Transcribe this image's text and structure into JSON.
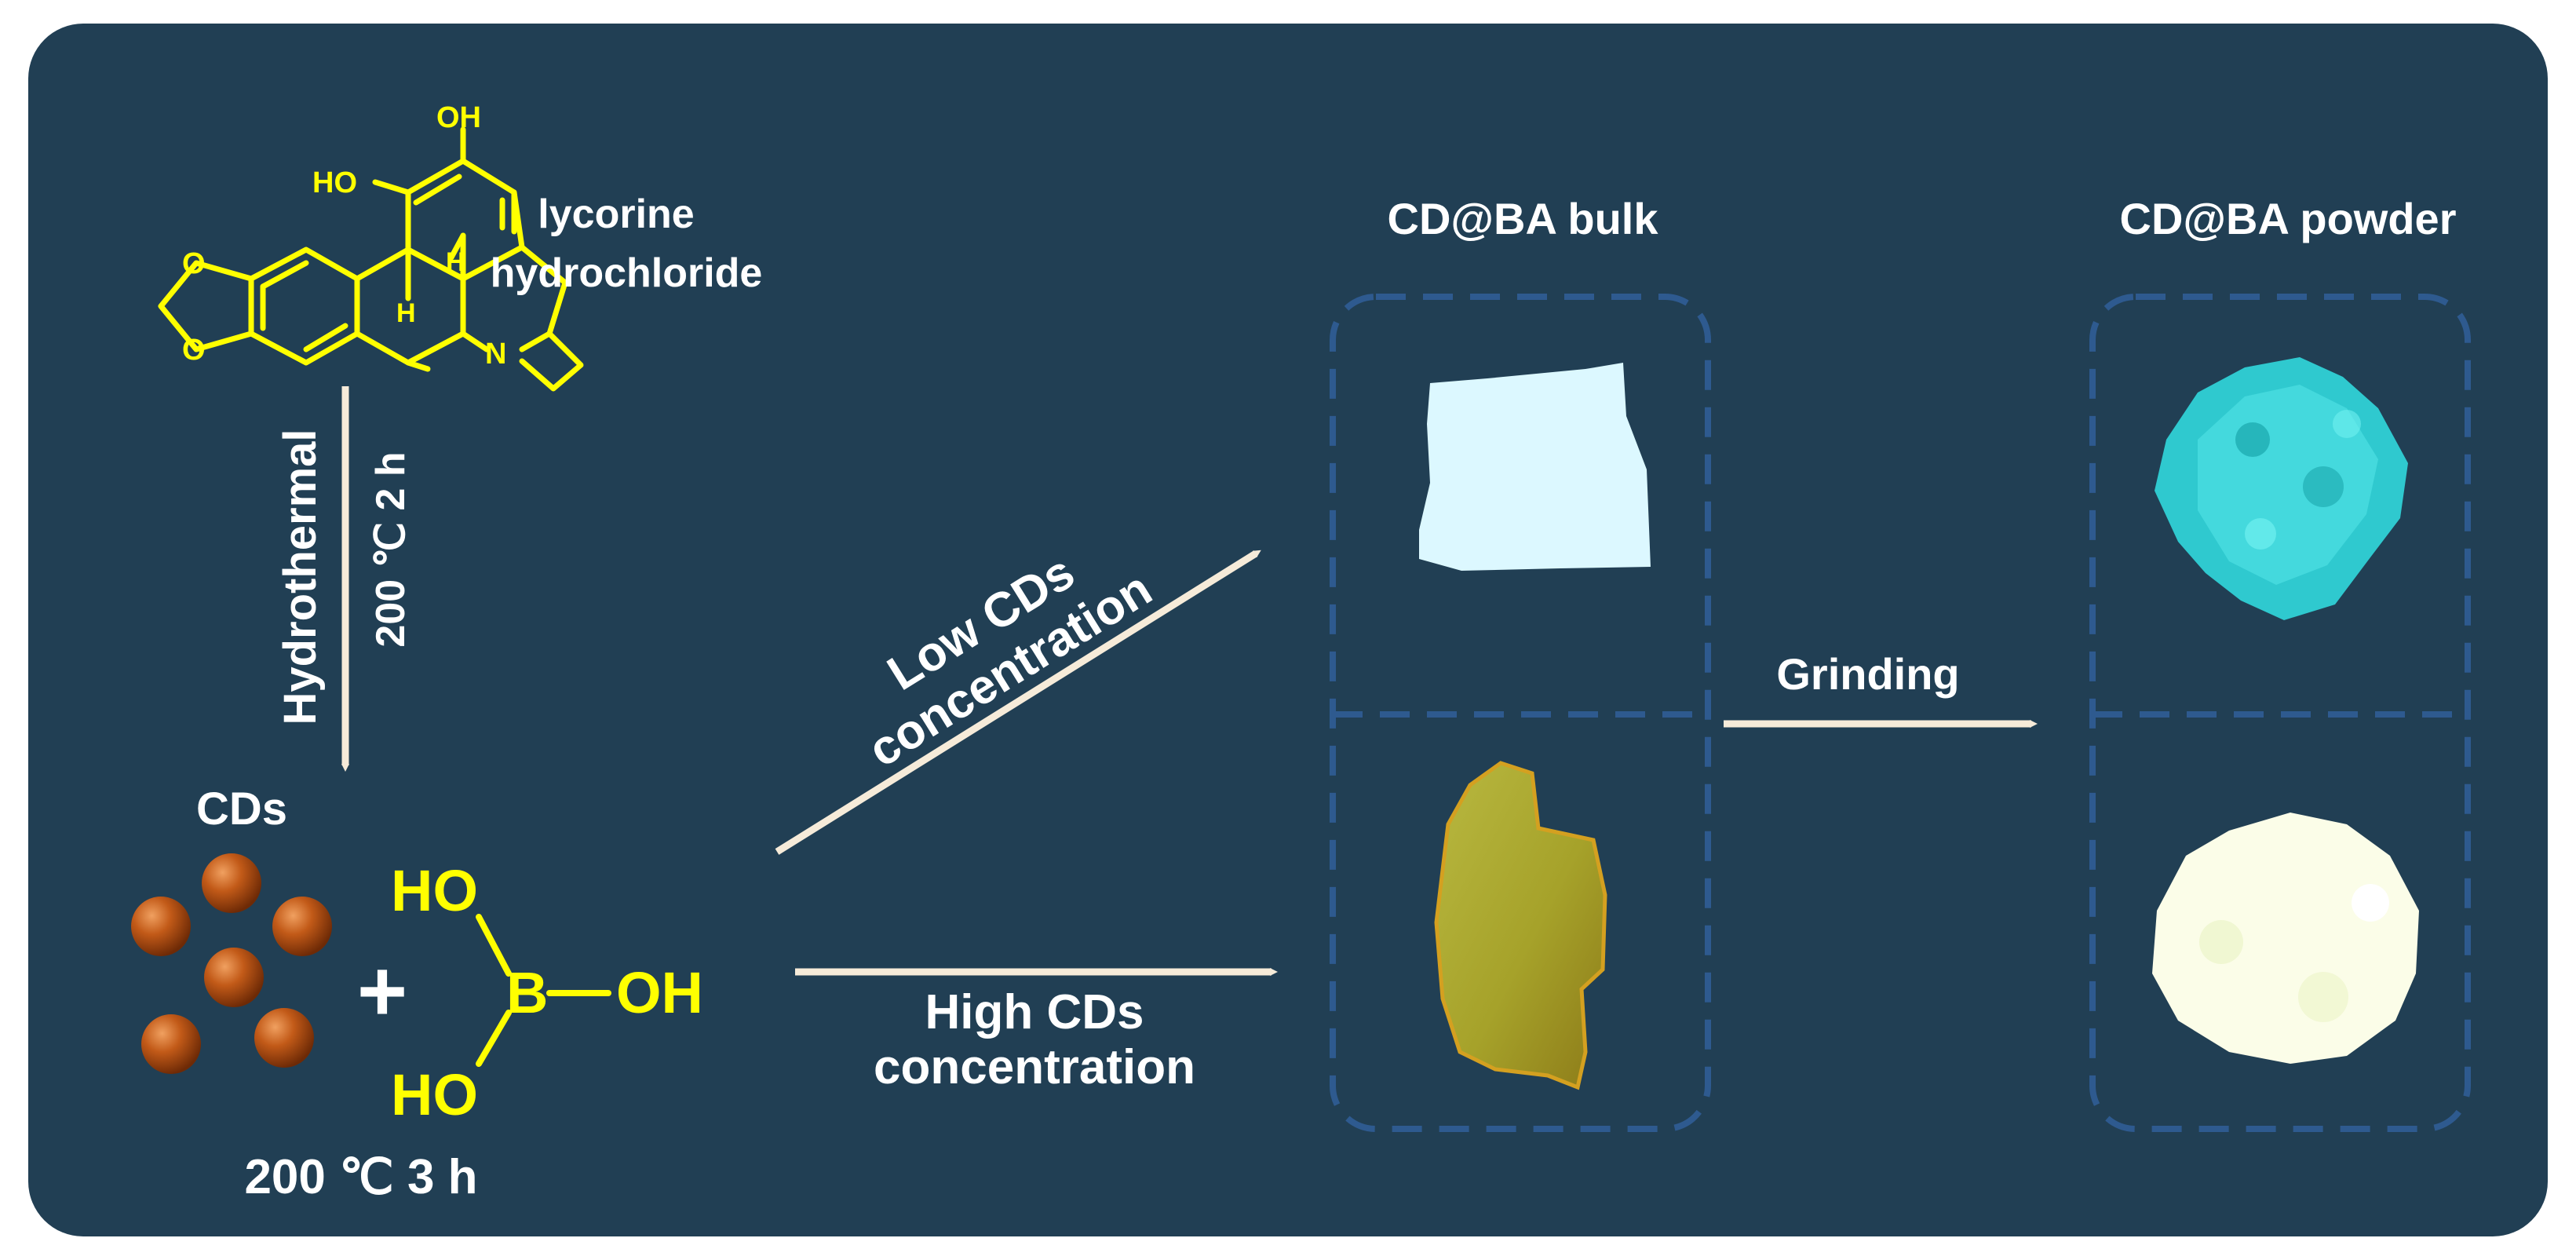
{
  "colors": {
    "background": "#213f54",
    "text": "#ffffff",
    "structure": "#ffff00",
    "arrow": "#f6ebd9",
    "dashed_box": "#2e5a8f",
    "cd_particle": "#b34d14"
  },
  "precursor": {
    "name_line1": "lycorine",
    "name_line2": "hydrochloride",
    "oh_top": "OH",
    "ho_left": "HO",
    "n_atom": "N",
    "h_left": "H",
    "h_ring": "H"
  },
  "step1": {
    "method": "Hydrothermal",
    "condition": "200 ℃ 2 h"
  },
  "cds": {
    "label": "CDs",
    "plus": "+",
    "condition": "200 ℃ 3 h"
  },
  "boric_acid": {
    "ho_top": "HO",
    "b_atom": "B",
    "oh_right": "OH",
    "ho_bottom": "HO"
  },
  "route_low": {
    "line1": "Low CDs",
    "line2": "concentration"
  },
  "route_high": {
    "line1": "High CDs",
    "line2": "concentration"
  },
  "bulk": {
    "title": "CD@BA bulk"
  },
  "grinding": {
    "label": "Grinding"
  },
  "powder": {
    "title": "CD@BA powder"
  }
}
